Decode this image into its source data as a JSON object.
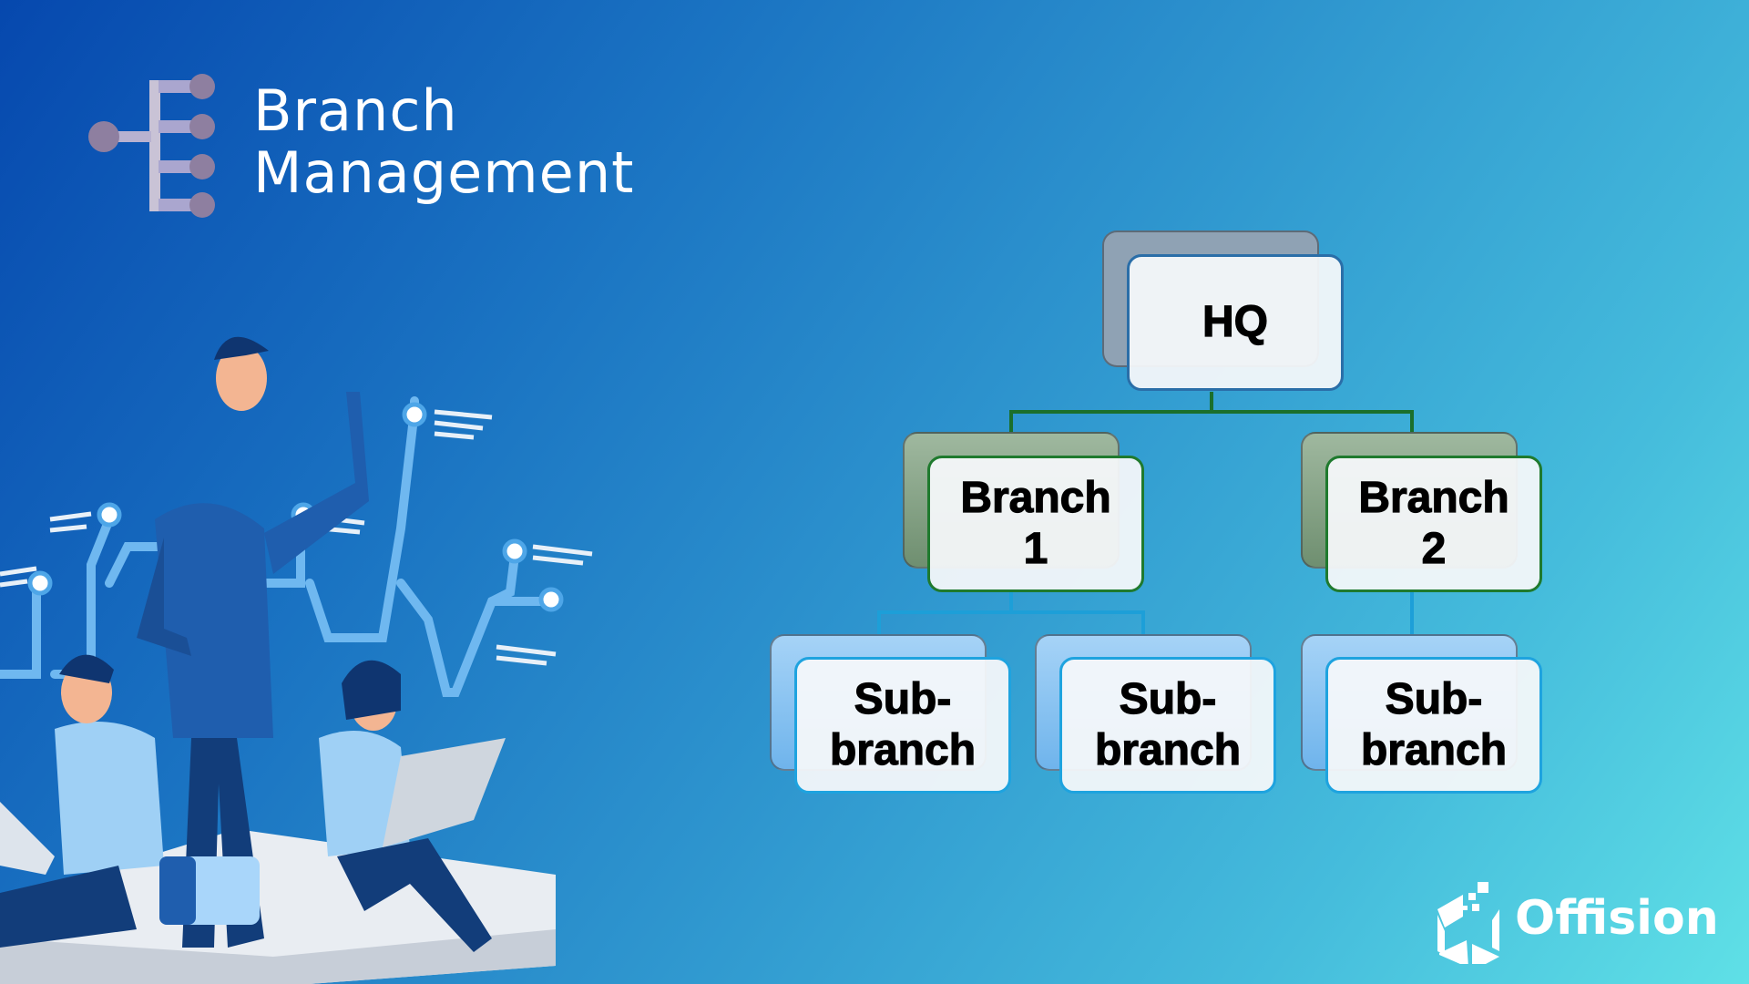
{
  "header": {
    "title_line1": "Branch",
    "title_line2": "Management",
    "icon": "org-tree-icon"
  },
  "org_chart": {
    "root": {
      "label": "HQ"
    },
    "branches": [
      {
        "label_line1": "Branch",
        "label_line2": "1"
      },
      {
        "label_line1": "Branch",
        "label_line2": "2"
      }
    ],
    "sub_branches": [
      {
        "label_line1": "Sub-",
        "label_line2": "branch"
      },
      {
        "label_line1": "Sub-",
        "label_line2": "branch"
      },
      {
        "label_line1": "Sub-",
        "label_line2": "branch"
      }
    ],
    "colors": {
      "hq": "#2a6ea8",
      "branch": "#1f7a2e",
      "sub_branch": "#1ea3df"
    }
  },
  "footer": {
    "brand_name": "Offision",
    "brand_icon": "offision-logo-icon"
  }
}
